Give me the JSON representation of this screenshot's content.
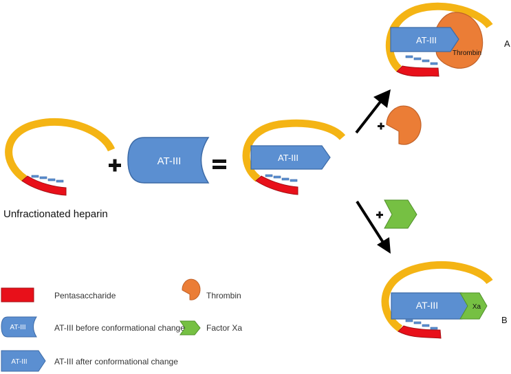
{
  "labels": {
    "atiii": "AT-III",
    "thrombin": "Thrombin",
    "xa": "Xa",
    "unfractionated_heparin": "Unfractionated heparin",
    "panel_a": "A",
    "panel_b": "B"
  },
  "legend": {
    "pentasaccharide": "Pentasaccharide",
    "atiii_before": "AT-III before conformational change",
    "atiii_after": "AT-III after conformational change",
    "thrombin": "Thrombin",
    "factor_xa": "Factor Xa",
    "atiii_icon_label": "AT-III"
  },
  "colors": {
    "heparin_arc": "#f4b414",
    "heparin_arc_outline": "#b98a0d",
    "pentasaccharide": "#e8101a",
    "atiii_fill": "#5b8fd1",
    "atiii_outline": "#3c6aa6",
    "thrombin": "#eb7d36",
    "thrombin_outline": "#c0622a",
    "factor_xa": "#76c043",
    "factor_xa_outline": "#4f8f2a",
    "dash": "#5b8fd1",
    "arrow": "#000000"
  },
  "icons": {
    "plus": "plus-icon",
    "equals": "equals-icon",
    "arrow_up": "arrow-up-right-icon",
    "arrow_down": "arrow-down-right-icon"
  }
}
